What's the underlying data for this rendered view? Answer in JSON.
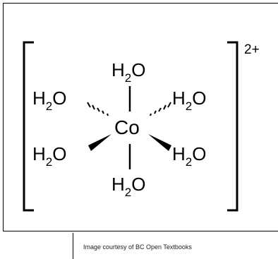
{
  "complex": {
    "center_atom": "Co",
    "charge": "2+",
    "ligands": [
      {
        "id": "top",
        "main": "H",
        "sub": "2",
        "tail": "O"
      },
      {
        "id": "upper-left",
        "main": "H",
        "sub": "2",
        "tail": "O"
      },
      {
        "id": "upper-right",
        "main": "H",
        "sub": "2",
        "tail": "O"
      },
      {
        "id": "lower-left",
        "main": "H",
        "sub": "2",
        "tail": "O"
      },
      {
        "id": "lower-right",
        "main": "H",
        "sub": "2",
        "tail": "O"
      },
      {
        "id": "bottom",
        "main": "H",
        "sub": "2",
        "tail": "O"
      }
    ]
  },
  "caption": "Image courtesy of BC Open Textbooks"
}
